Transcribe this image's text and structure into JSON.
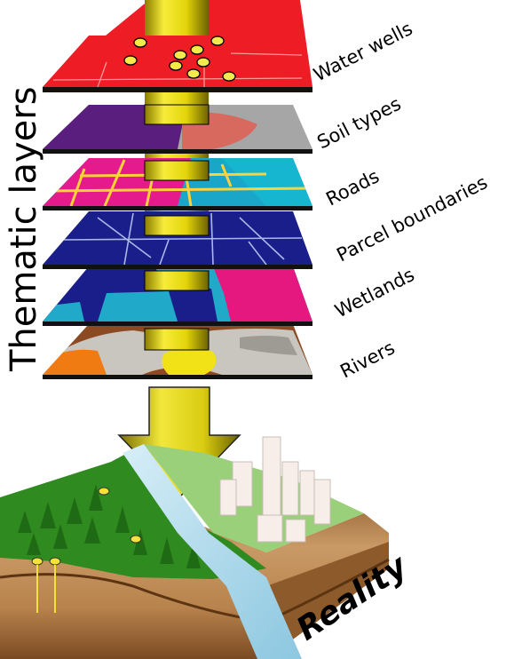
{
  "diagram": {
    "axis_label": "Thematic layers",
    "bottom_label": "Reality",
    "layers": [
      {
        "label": "Water wells"
      },
      {
        "label": "Soil types"
      },
      {
        "label": "Roads"
      },
      {
        "label": "Parcel boundaries"
      },
      {
        "label": "Wetlands"
      },
      {
        "label": "Rivers"
      }
    ],
    "colors": {
      "shaft": "#e3d40a",
      "water_wells": "#ee1c24",
      "soil_purple": "#5a1e7e",
      "soil_gray": "#a6a6a6",
      "soil_red": "#d8695f",
      "roads_magenta": "#e51a8d",
      "roads_cyan": "#1aa6c9",
      "road_lines": "#ffd23a",
      "parcel_blue": "#1a1e8a",
      "wetlands_blue": "#1a1e8a",
      "wetlands_cyan": "#21a9c9",
      "wetlands_magenta": "#e5187f",
      "rivers_brown": "#8c4a22",
      "rivers_orange": "#ef7b12",
      "rivers_gray": "#c9c6c0",
      "rivers_yellow": "#f0e217",
      "arrow": "#d9cc10",
      "river": "#a7d6e9",
      "forest": "#2f8a1f",
      "soil": "#c99a66"
    }
  }
}
